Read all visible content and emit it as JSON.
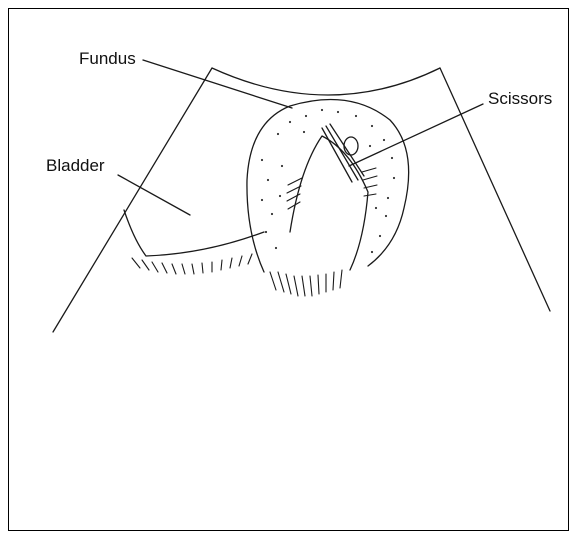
{
  "figure": {
    "labels": {
      "fundus": "Fundus",
      "scissors": "Scissors",
      "bladder": "Bladder"
    }
  }
}
